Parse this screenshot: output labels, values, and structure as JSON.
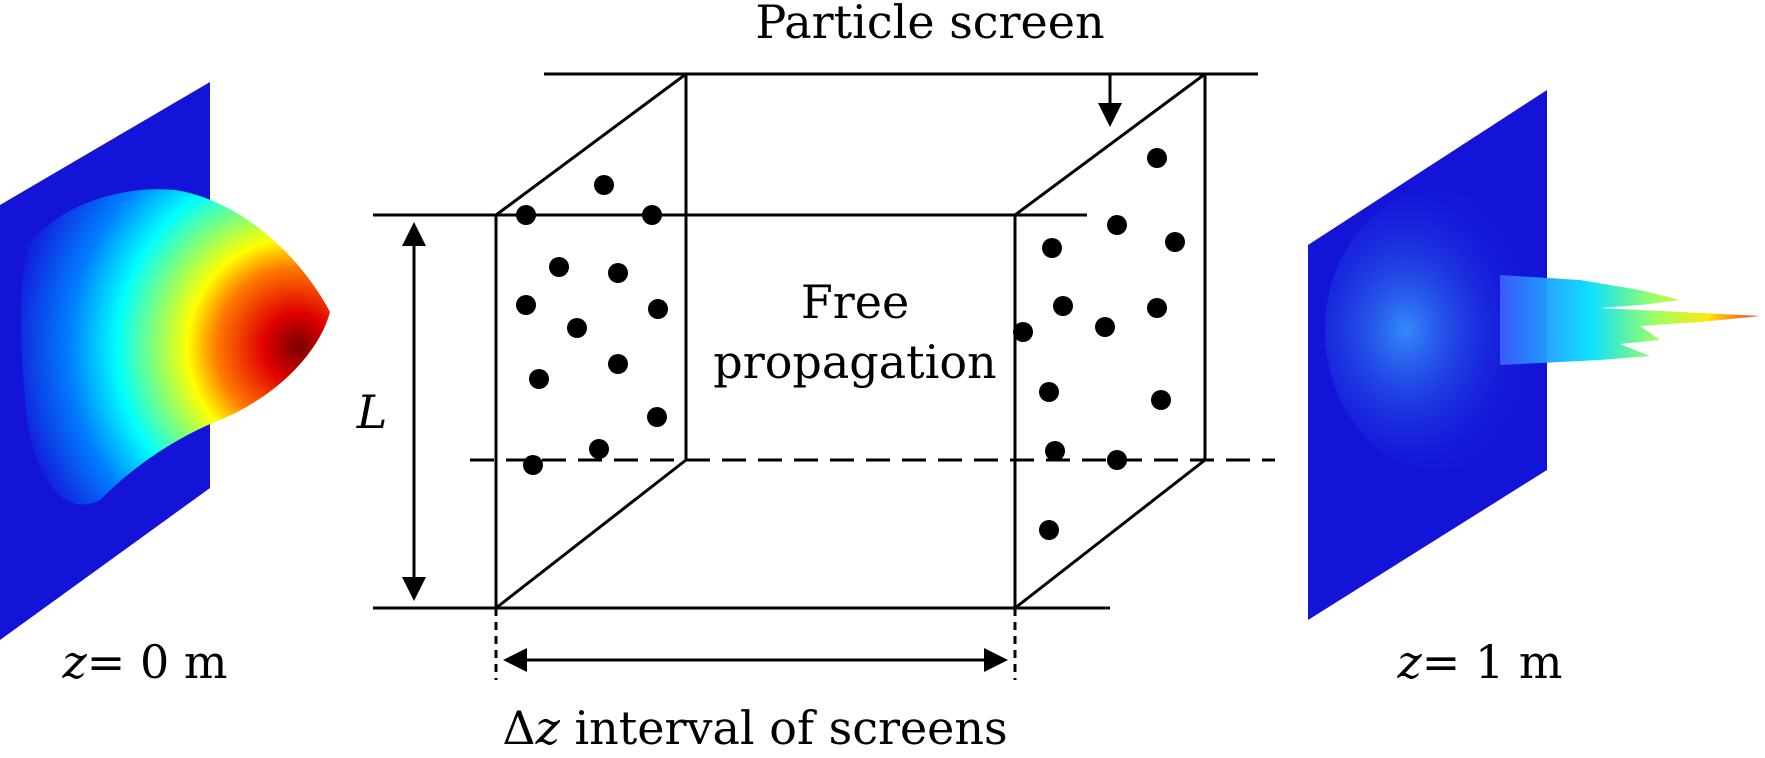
{
  "labels": {
    "particle_screen": "Particle screen",
    "free_line1": "Free",
    "free_line2": "propagation",
    "length_symbol": "L",
    "z_left_var": "z",
    "z_left_rest": "= 0  m",
    "z_right_var": "z",
    "z_right_rest": "= 1  m",
    "delta_symbol": "Δ",
    "delta_var": "z",
    "delta_rest": " interval of screens"
  },
  "colors": {
    "line": "#000000",
    "background_panel": "#1414d8",
    "beam_hot": "#c00000",
    "beam_mid": "#ffff00",
    "beam_cool": "#00e0ff"
  },
  "icons": {
    "particle": "filled-circle",
    "arrow": "arrowhead"
  }
}
